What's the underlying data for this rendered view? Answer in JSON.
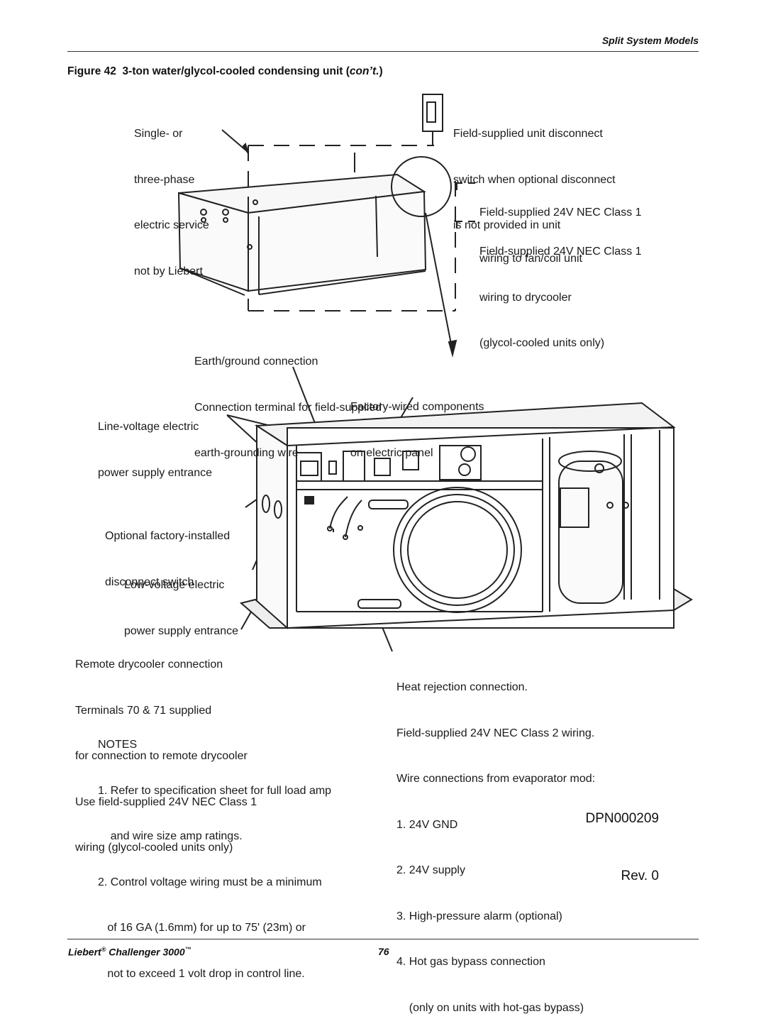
{
  "header": {
    "section": "Split System Models"
  },
  "figure": {
    "number": "Figure 42",
    "title": "3-ton water/glycol-cooled condensing unit (",
    "title_italic": "con’t.",
    "title_end": ")"
  },
  "labels": {
    "single_phase": [
      "Single- or",
      "three-phase",
      "electric service",
      "not by Liebert"
    ],
    "disconnect_field": [
      "Field-supplied unit disconnect",
      "switch when optional disconnect",
      "is not provided in unit"
    ],
    "wiring_fan": [
      "Field-supplied 24V NEC Class 1",
      "wiring to fan/coil unit"
    ],
    "wiring_drycooler": [
      "Field-supplied 24V NEC Class 1",
      "wiring to drycooler",
      "(glycol-cooled units only)"
    ],
    "earth": [
      "Earth/ground connection",
      "Connection terminal for field-supplied",
      "earth-grounding wire"
    ],
    "factory_wired": [
      "Factory-wired components",
      "on electric panel"
    ],
    "line_voltage": [
      "Line-voltage electric",
      "power supply entrance"
    ],
    "optional_disconnect": [
      "Optional factory-installed",
      "disconnect switch"
    ],
    "low_voltage": [
      "Low-voltage electric",
      "power supply entrance"
    ],
    "remote_drycooler": [
      "Remote drycooler connection",
      "Terminals 70 & 71 supplied",
      "for connection to remote drycooler",
      "Use field-supplied 24V NEC Class 1",
      "wiring (glycol-cooled units only)"
    ],
    "heat_rejection": [
      "Heat rejection connection.",
      "Field-supplied 24V NEC Class 2 wiring.",
      "Wire connections from evaporator mod:",
      "1. 24V GND",
      "2. 24V supply",
      "3. High-pressure alarm (optional)",
      "4. Hot gas bypass connection",
      "    (only on units with hot-gas bypass)"
    ]
  },
  "notes": {
    "heading": "NOTES",
    "items": [
      "1. Refer to specification sheet for full load amp",
      "    and wire size amp ratings.",
      "2. Control voltage wiring must be a minimum",
      "   of 16 GA (1.6mm) for up to 75' (23m) or",
      "   not to exceed 1 volt drop in control line."
    ]
  },
  "drawing_id": {
    "dpn": "DPN000209",
    "rev": "Rev. 0"
  },
  "footer": {
    "brand": "Liebert",
    "reg": "®",
    "product": " Challenger 3000",
    "tm": "™",
    "page": "76"
  }
}
